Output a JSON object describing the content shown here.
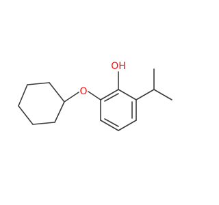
{
  "molecule": {
    "atoms": [
      {
        "id": "O1",
        "label": "O",
        "color": "#ff0d0d"
      },
      {
        "id": "O2",
        "label": "OH",
        "color": "#ff0d0d"
      }
    ],
    "bond_color": "#3a3a3a"
  }
}
